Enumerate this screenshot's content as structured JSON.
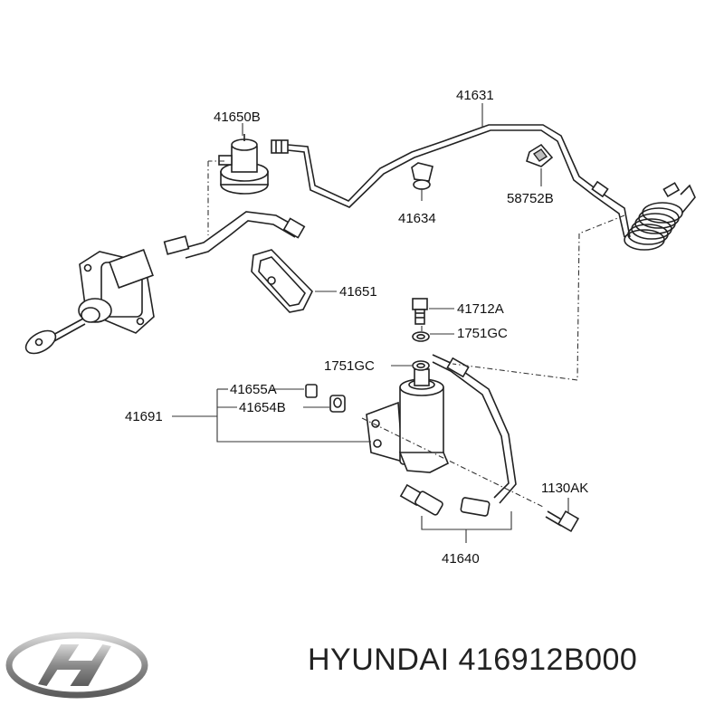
{
  "labels": {
    "p41631": "41631",
    "p41650B": "41650B",
    "p41634": "41634",
    "p58752B": "58752B",
    "p41651": "41651",
    "p41712A": "41712A",
    "p1751GC_a": "1751GC",
    "p1751GC_b": "1751GC",
    "p41655A": "41655A",
    "p41691": "41691",
    "p41654B": "41654B",
    "p1130AK": "1130AK",
    "p41640": "41640"
  },
  "caption": {
    "brand": "HYUNDAI",
    "part_number": "416912B000"
  },
  "logo": {
    "icon": "hyundai-logo-icon",
    "color": "#8a8a8a"
  },
  "colors": {
    "line": "#222222",
    "fill": "#ffffff",
    "text": "#111111"
  }
}
